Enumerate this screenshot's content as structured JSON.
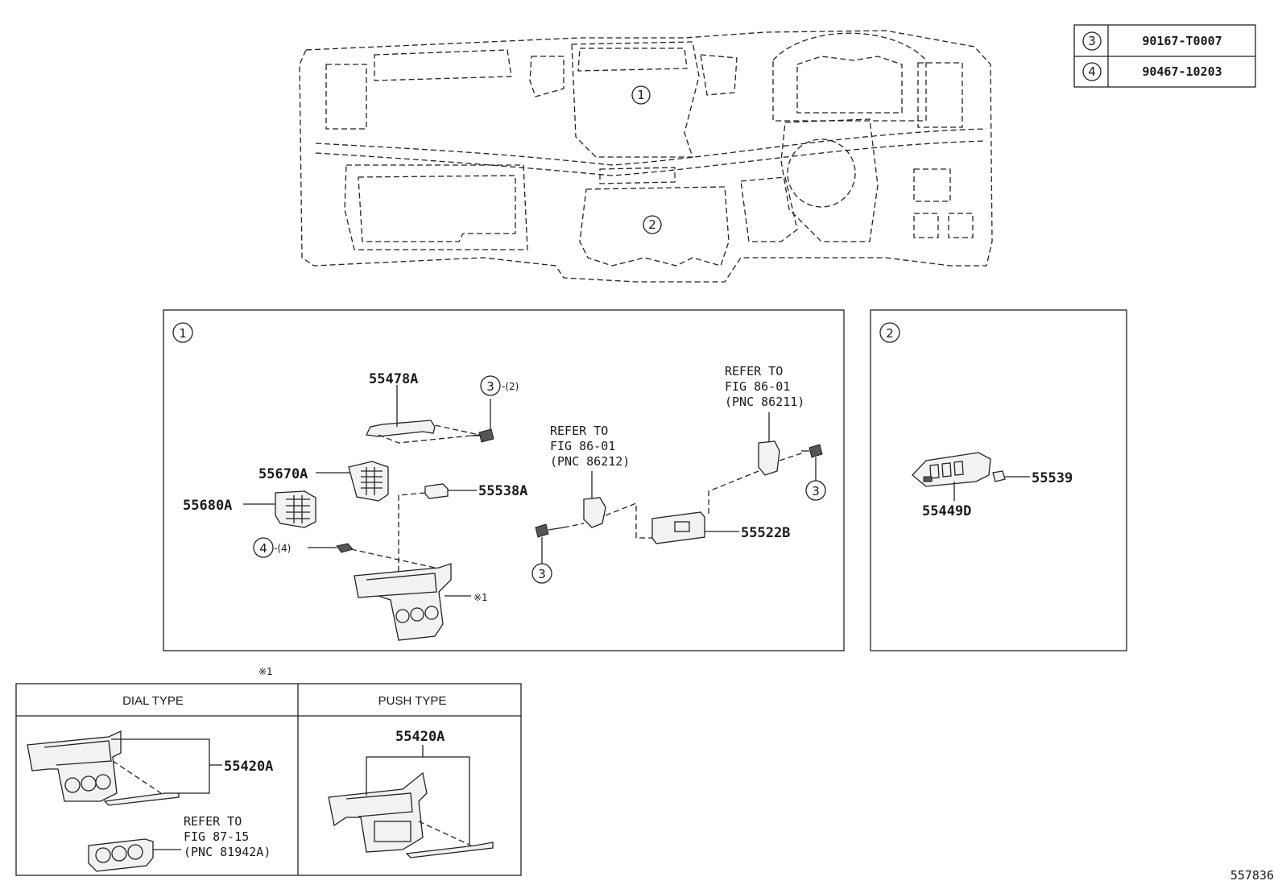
{
  "legend": {
    "rows": [
      {
        "ref": "3",
        "part": "90167-T0007"
      },
      {
        "ref": "4",
        "part": "90467-10203"
      }
    ]
  },
  "overview": {
    "callout_1": "1",
    "callout_2": "2"
  },
  "section1": {
    "marker": "1",
    "labels": {
      "p55478A": "55478A",
      "p55670A": "55670A",
      "p55680A": "55680A",
      "p55538A": "55538A",
      "p55522B": "55522B",
      "screw3_top_qty": "-(2)",
      "screw4_qty": "-(4)",
      "note_mark": "※1",
      "screw_ref": "3",
      "clip_ref": "4"
    },
    "refer_a": [
      "REFER TO",
      "FIG 86-01",
      "(PNC 86212)"
    ],
    "refer_b": [
      "REFER TO",
      "FIG 86-01",
      "(PNC 86211)"
    ]
  },
  "section2": {
    "marker": "2",
    "labels": {
      "p55449D": "55449D",
      "p55539": "55539"
    }
  },
  "variants": {
    "note_mark": "※1",
    "dial": {
      "header": "DIAL TYPE",
      "part": "55420A",
      "refer": [
        "REFER TO",
        "FIG 87-15",
        "(PNC 81942A)"
      ]
    },
    "push": {
      "header": "PUSH TYPE",
      "part": "55420A"
    }
  },
  "figure_id": "557836"
}
